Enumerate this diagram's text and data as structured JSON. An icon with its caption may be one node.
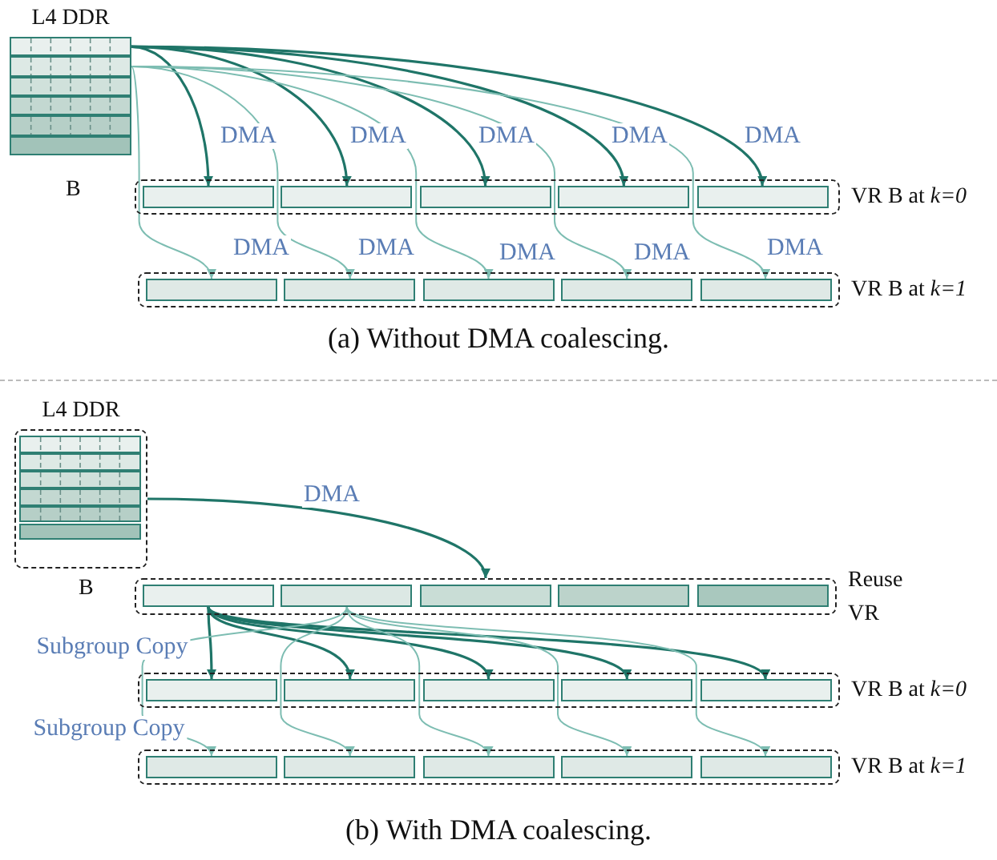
{
  "diagram": {
    "nodes": [
      {
        "text": [
          "L4 DDR"
        ],
        "beside": [
          "B"
        ]
      },
      {
        "text": [],
        "shape": "bar",
        "in": 0
      },
      {
        "text": [],
        "shape": "bar",
        "in": 0
      },
      {
        "text": [],
        "shape": "bar",
        "in": 0
      },
      {
        "text": [],
        "shape": "bar",
        "in": 0
      },
      {
        "text": [],
        "shape": "bar",
        "in": 0
      },
      {
        "text": [],
        "shape": "bar",
        "in": 0
      },
      {
        "text": [
          "VR B at *k=0*"
        ]
      },
      {
        "text": [],
        "shape": "bar",
        "in": 7
      },
      {
        "text": [],
        "shape": "bar",
        "in": 7
      },
      {
        "text": [],
        "shape": "bar",
        "in": 7
      },
      {
        "text": [],
        "shape": "bar",
        "in": 7
      },
      {
        "text": [],
        "shape": "bar",
        "in": 7
      },
      {
        "text": [
          "VR B at *k=1*"
        ]
      },
      {
        "text": [],
        "shape": "bar",
        "in": 13
      },
      {
        "text": [],
        "shape": "bar",
        "in": 13
      },
      {
        "text": [],
        "shape": "bar",
        "in": 13
      },
      {
        "text": [],
        "shape": "bar",
        "in": 13
      },
      {
        "text": [],
        "shape": "bar",
        "in": 13
      },
      {
        "text": [
          "L4 DDR"
        ],
        "beside": [
          "B"
        ]
      },
      {
        "text": [],
        "shape": "bar",
        "in": 19
      },
      {
        "text": [],
        "shape": "bar",
        "in": 19
      },
      {
        "text": [],
        "shape": "bar",
        "in": 19
      },
      {
        "text": [],
        "shape": "bar",
        "in": 19
      },
      {
        "text": [],
        "shape": "bar",
        "in": 19
      },
      {
        "text": [],
        "shape": "bar",
        "in": 19
      },
      {
        "text": [
          "Reuse VR"
        ]
      },
      {
        "text": [],
        "shape": "bar",
        "in": 26
      },
      {
        "text": [],
        "shape": "bar",
        "in": 26
      },
      {
        "text": [],
        "shape": "bar",
        "in": 26
      },
      {
        "text": [],
        "shape": "bar",
        "in": 26
      },
      {
        "text": [],
        "shape": "bar",
        "in": 26
      },
      {
        "text": [
          "VR B at *k=0*"
        ]
      },
      {
        "text": [],
        "shape": "bar",
        "in": 32
      },
      {
        "text": [],
        "shape": "bar",
        "in": 32
      },
      {
        "text": [],
        "shape": "bar",
        "in": 32
      },
      {
        "text": [],
        "shape": "bar",
        "in": 32
      },
      {
        "text": [],
        "shape": "bar",
        "in": 32
      },
      {
        "text": [
          "VR B at *k=1*"
        ]
      },
      {
        "text": [],
        "shape": "bar",
        "in": 38
      },
      {
        "text": [],
        "shape": "bar",
        "in": 38
      },
      {
        "text": [],
        "shape": "bar",
        "in": 38
      },
      {
        "text": [],
        "shape": "bar",
        "in": 38
      },
      {
        "text": [],
        "shape": "bar",
        "in": 38
      }
    ],
    "edges": [
      {
        "from": 1,
        "to": 8,
        "arrow": "to",
        "label": "DMA"
      },
      {
        "from": 1,
        "to": 9,
        "arrow": "to",
        "label": "DMA"
      },
      {
        "from": 1,
        "to": 10,
        "arrow": "to",
        "label": "DMA"
      },
      {
        "from": 1,
        "to": 11,
        "arrow": "to",
        "label": "DMA"
      },
      {
        "from": 1,
        "to": 12,
        "arrow": "to",
        "label": "DMA"
      },
      {
        "from": 2,
        "to": 14,
        "arrow": "to",
        "label": "DMA",
        "color": "#7dbdb2"
      },
      {
        "from": 2,
        "to": 15,
        "arrow": "to",
        "label": "DMA",
        "color": "#7dbdb2"
      },
      {
        "from": 2,
        "to": 16,
        "arrow": "to",
        "label": "DMA",
        "color": "#7dbdb2"
      },
      {
        "from": 2,
        "to": 17,
        "arrow": "to",
        "label": "DMA",
        "color": "#7dbdb2"
      },
      {
        "from": 2,
        "to": 18,
        "arrow": "to",
        "label": "DMA",
        "color": "#7dbdb2"
      },
      {
        "from": 19,
        "to": 26,
        "arrow": "to",
        "label": "DMA"
      },
      {
        "from": 27,
        "to": 33,
        "arrow": "to",
        "label": "Subgroup Copy"
      },
      {
        "from": 27,
        "to": 34,
        "arrow": "to"
      },
      {
        "from": 27,
        "to": 35,
        "arrow": "to"
      },
      {
        "from": 27,
        "to": 36,
        "arrow": "to"
      },
      {
        "from": 27,
        "to": 37,
        "arrow": "to"
      },
      {
        "from": 28,
        "to": 39,
        "arrow": "to",
        "label": "Subgroup Copy",
        "color": "#7dbdb2"
      },
      {
        "from": 28,
        "to": 40,
        "arrow": "to",
        "color": "#7dbdb2"
      },
      {
        "from": 28,
        "to": 41,
        "arrow": "to",
        "color": "#7dbdb2"
      },
      {
        "from": 28,
        "to": 42,
        "arrow": "to",
        "color": "#7dbdb2"
      },
      {
        "from": 28,
        "to": 43,
        "arrow": "to",
        "color": "#7dbdb2"
      }
    ],
    "labels": [
      "(a) Without DMA coalescing.",
      "(b) With DMA coalescing."
    ]
  }
}
